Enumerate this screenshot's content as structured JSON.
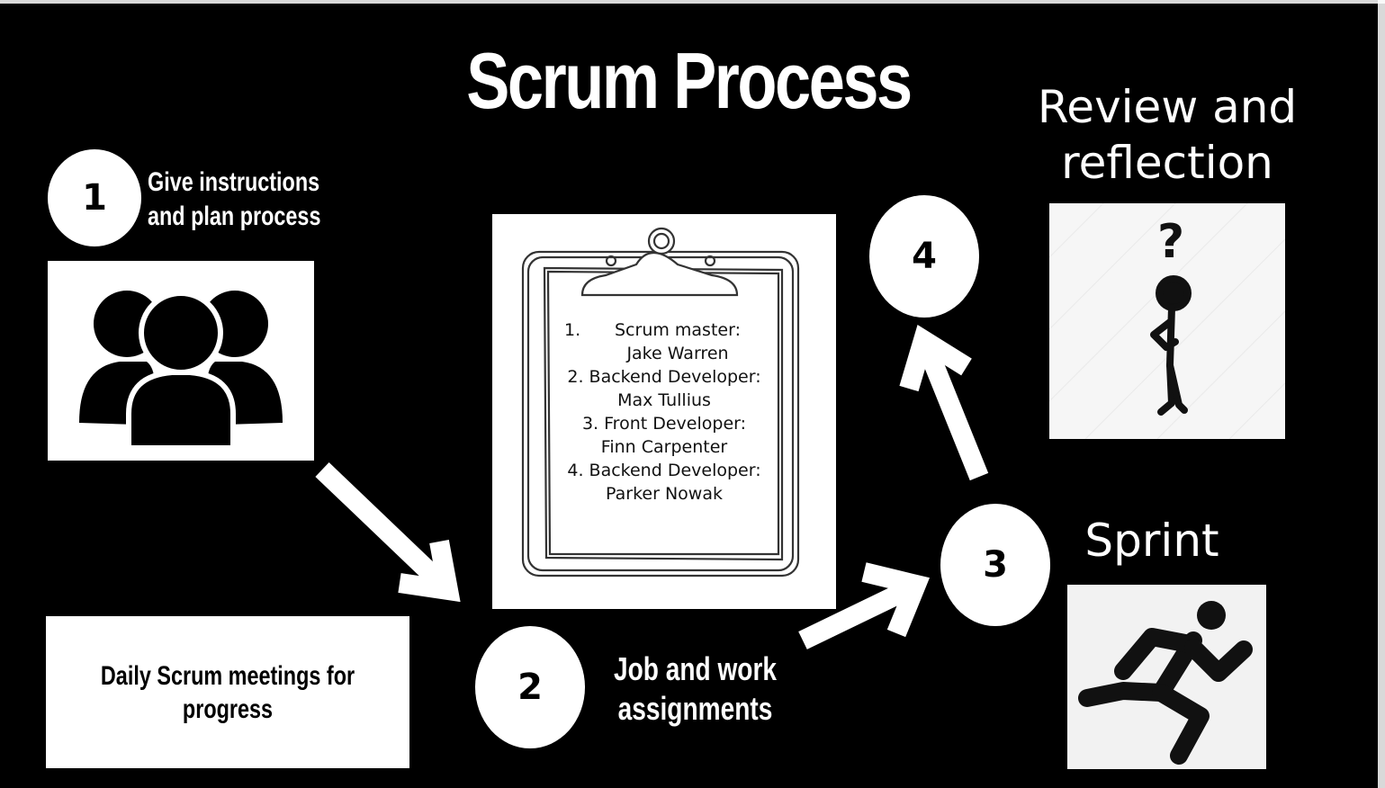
{
  "title": "Scrum Process",
  "steps": [
    {
      "number": "1",
      "label_line1": "Give instructions",
      "label_line2": "and plan process"
    },
    {
      "number": "2",
      "label_line1": "Job and work",
      "label_line2": "assignments"
    },
    {
      "number": "3",
      "label": "Sprint"
    },
    {
      "number": "4",
      "label_line1": "Review and",
      "label_line2": "reflection"
    }
  ],
  "daily_meeting": {
    "line1": "Daily Scrum meetings for",
    "line2": "progress"
  },
  "roles": {
    "r1_num": "1.",
    "r1_title": "Scrum master:",
    "r1_name": "Jake Warren",
    "r2_title": "2. Backend Developer:",
    "r2_name": "Max Tullius",
    "r3_title": "3. Front Developer:",
    "r3_name": "Finn Carpenter",
    "r4_title": "4. Backend Developer:",
    "r4_name": "Parker Nowak"
  },
  "icons": {
    "team": "team-group-icon",
    "clipboard": "clipboard-icon",
    "thinking": "thinking-stick-figure-icon",
    "running": "running-person-icon"
  },
  "colors": {
    "background": "#000000",
    "foreground": "#ffffff",
    "ink": "#000000"
  }
}
